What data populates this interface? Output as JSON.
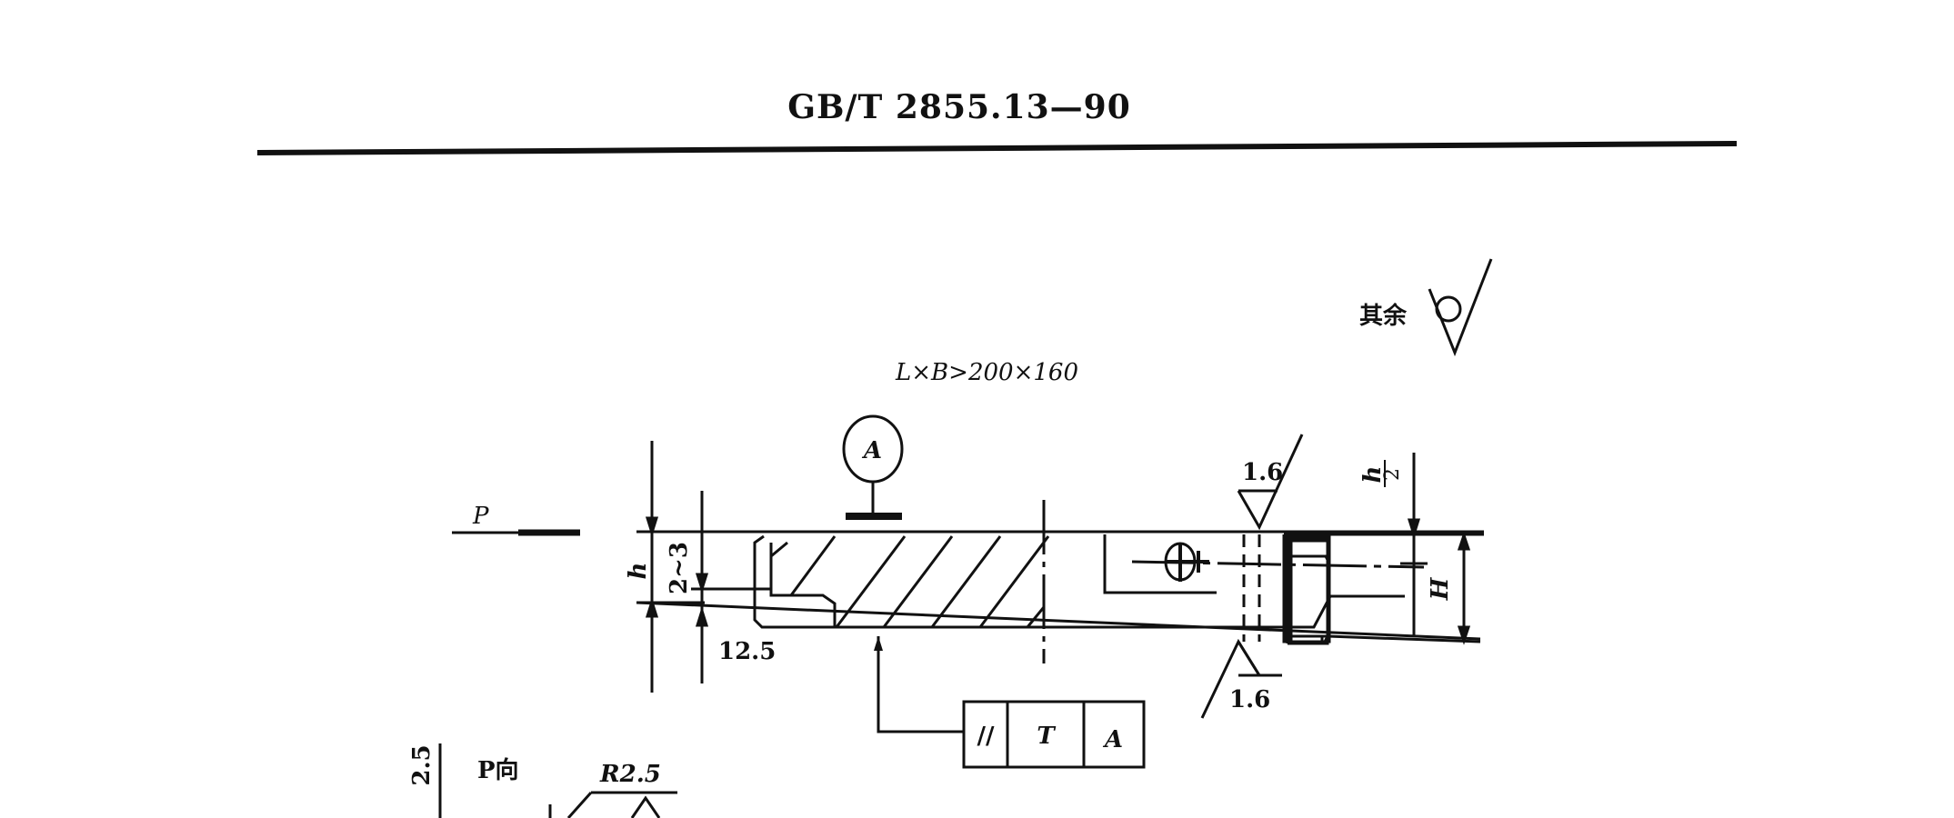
{
  "header": {
    "standard_number": "GB/T 2855.13—90"
  },
  "drawing": {
    "surface_note_text": "其余",
    "size_condition": "L×B>200×160",
    "datum_letter": "A",
    "arrow_label": "P",
    "dim_h": "h",
    "dim_2_3": "2~3",
    "dim_12_5": "12.5",
    "roughness_top": "1.6",
    "roughness_bottom": "1.6",
    "dim_h_half_num": "h",
    "dim_h_half_den": "2",
    "dim_H": "H",
    "tolerance_frame": {
      "symbol": "//",
      "value": "T",
      "datum": "A"
    },
    "view_label": "P向",
    "radius_label": "R2.5",
    "dim_2_5": "2.5"
  }
}
